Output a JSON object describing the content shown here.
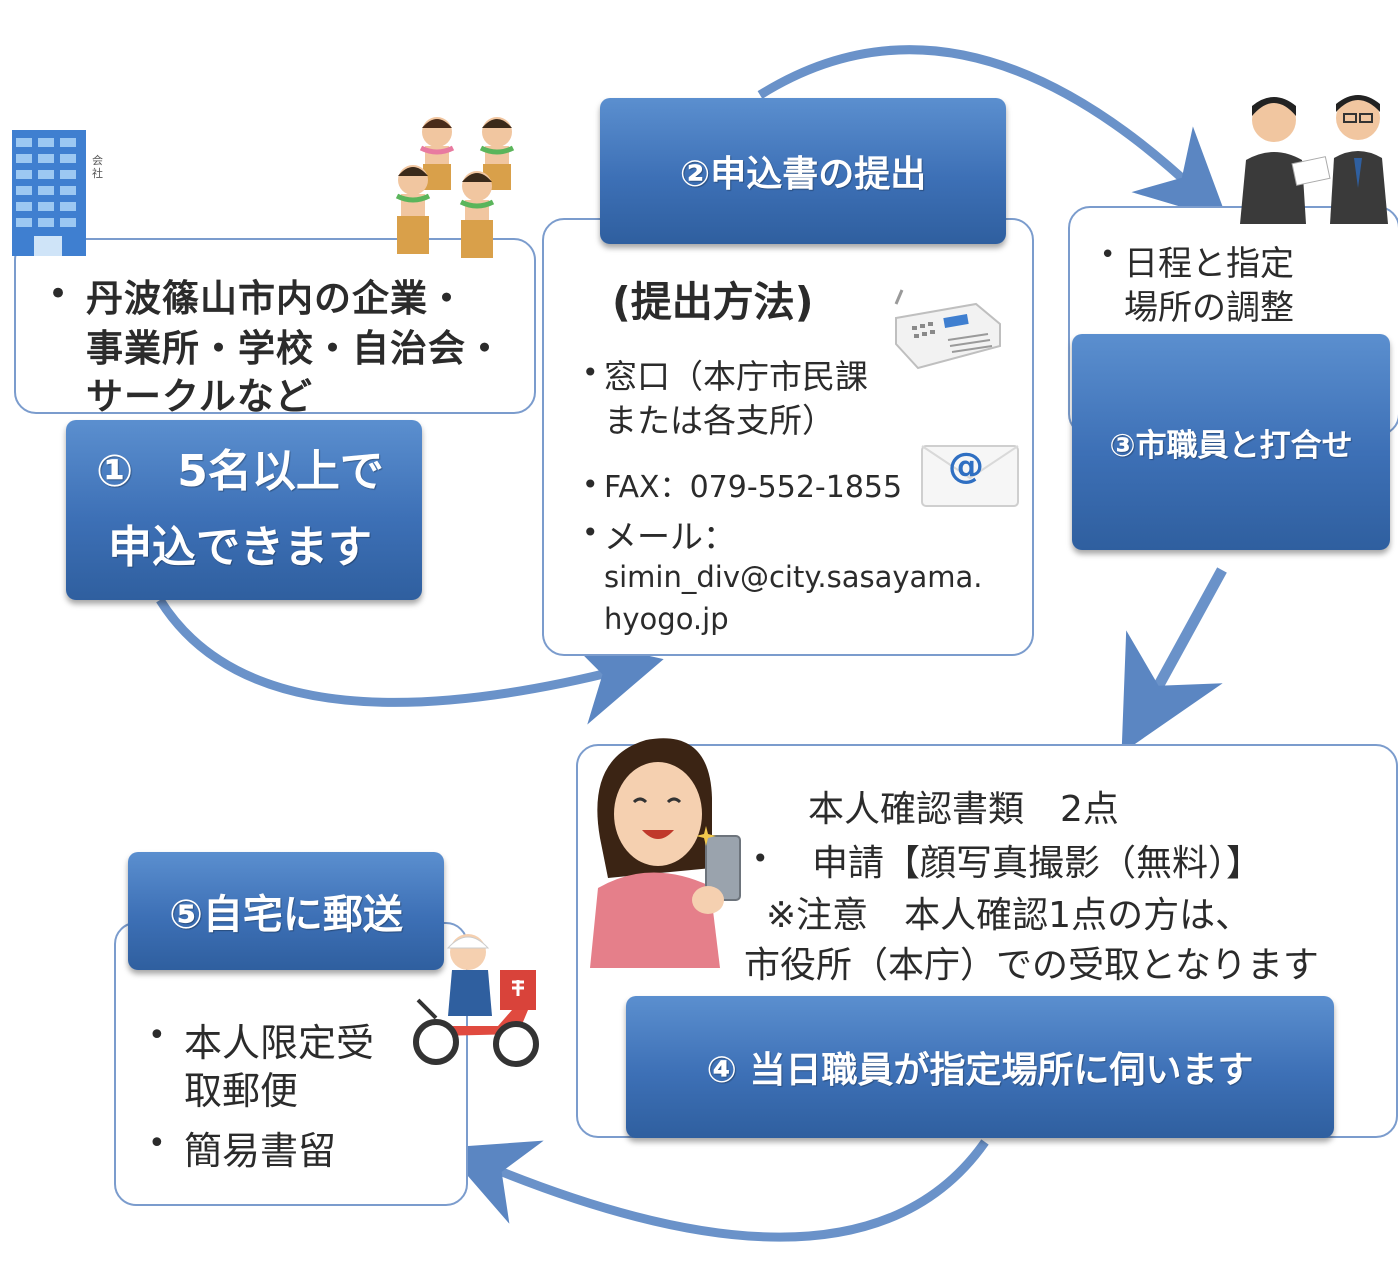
{
  "step1": {
    "box_text": [
      "丹波篠山市内の企業・",
      "事業所・学校・自治会・",
      "サークルなど"
    ],
    "banner_lines": [
      "①　5名以上で",
      "申込できます"
    ],
    "building_label": "会社"
  },
  "step2": {
    "banner": "②申込書の提出",
    "method_heading": "(提出方法)",
    "window_line1": "窓口（本庁市民課",
    "window_line2": "または各支所）",
    "fax": "FAX：079-552-1855",
    "mail_label": "メール：",
    "mail_line1": "simin_div@city.sasayama.",
    "mail_line2": "hyogo.jp",
    "email_icon_glyph": "@"
  },
  "step3": {
    "box_line1": "日程と指定",
    "box_line2": "場所の調整",
    "banner": "③市職員と打合せ"
  },
  "step4": {
    "line1": "本人確認書類　2点",
    "line2": "申請【顔写真撮影（無料）】",
    "line3": "※注意　本人確認1点の方は、",
    "line4": "市役所（本庁）での受取となります",
    "banner": "④ 当日職員が指定場所に伺います"
  },
  "step5": {
    "banner": "⑤自宅に郵送",
    "item1_line1": "本人限定受",
    "item1_line2": "取郵便",
    "item2": "簡易書留"
  },
  "colors": {
    "banner_blue": "#3d70b6",
    "arrow_blue": "#5b86c2",
    "box_border": "#7b9ccd"
  }
}
